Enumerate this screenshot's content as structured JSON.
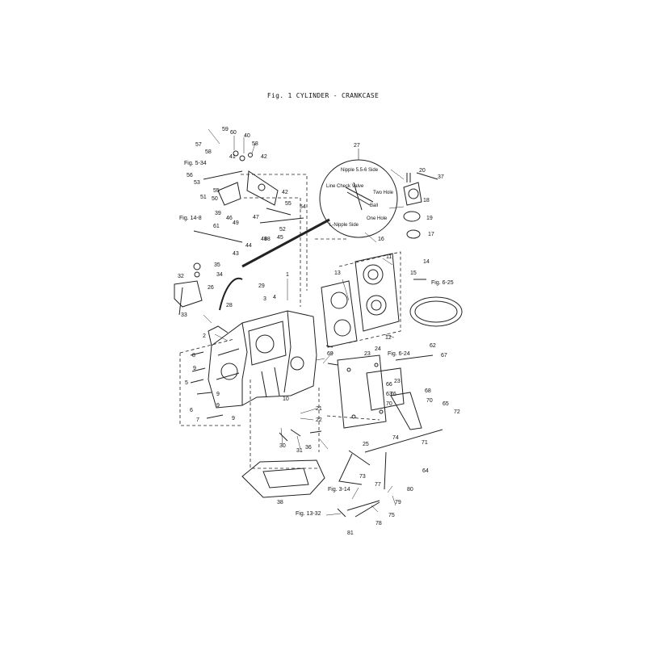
{
  "figure_title": "Fig. 1 CYLINDER - CRANKCASE",
  "inset": {
    "number": "27",
    "labels": [
      "Nipple 5.5-6 Side",
      "Line Check Valve",
      "Two Hole",
      "Ball",
      "One Hole",
      "L-Nipple Side"
    ]
  },
  "references": [
    "Fig. 5-34",
    "Fig. 14-8",
    "Fig. 6-25",
    "Fig. 6-24",
    "Fig. 3-14",
    "Fig. 13-32"
  ],
  "callouts": [
    "1",
    "2",
    "3",
    "4",
    "5",
    "6",
    "7",
    "8",
    "9",
    "9",
    "9",
    "9",
    "10",
    "11",
    "12",
    "13",
    "14",
    "15",
    "16",
    "17",
    "18",
    "19",
    "20",
    "21",
    "22",
    "23",
    "23",
    "24",
    "25",
    "26",
    "28",
    "29",
    "30",
    "31",
    "32",
    "33",
    "34",
    "35",
    "36",
    "37",
    "38",
    "39",
    "40",
    "41",
    "42",
    "42",
    "43",
    "44",
    "45",
    "46",
    "47",
    "48",
    "49",
    "49",
    "50",
    "51",
    "52",
    "53",
    "54",
    "55",
    "55",
    "56",
    "57",
    "58",
    "58",
    "59",
    "60",
    "61",
    "62",
    "63",
    "64",
    "65",
    "66",
    "67",
    "68",
    "69",
    "70",
    "70",
    "71",
    "72",
    "73",
    "74",
    "75",
    "76",
    "77",
    "78",
    "79",
    "80",
    "81"
  ]
}
